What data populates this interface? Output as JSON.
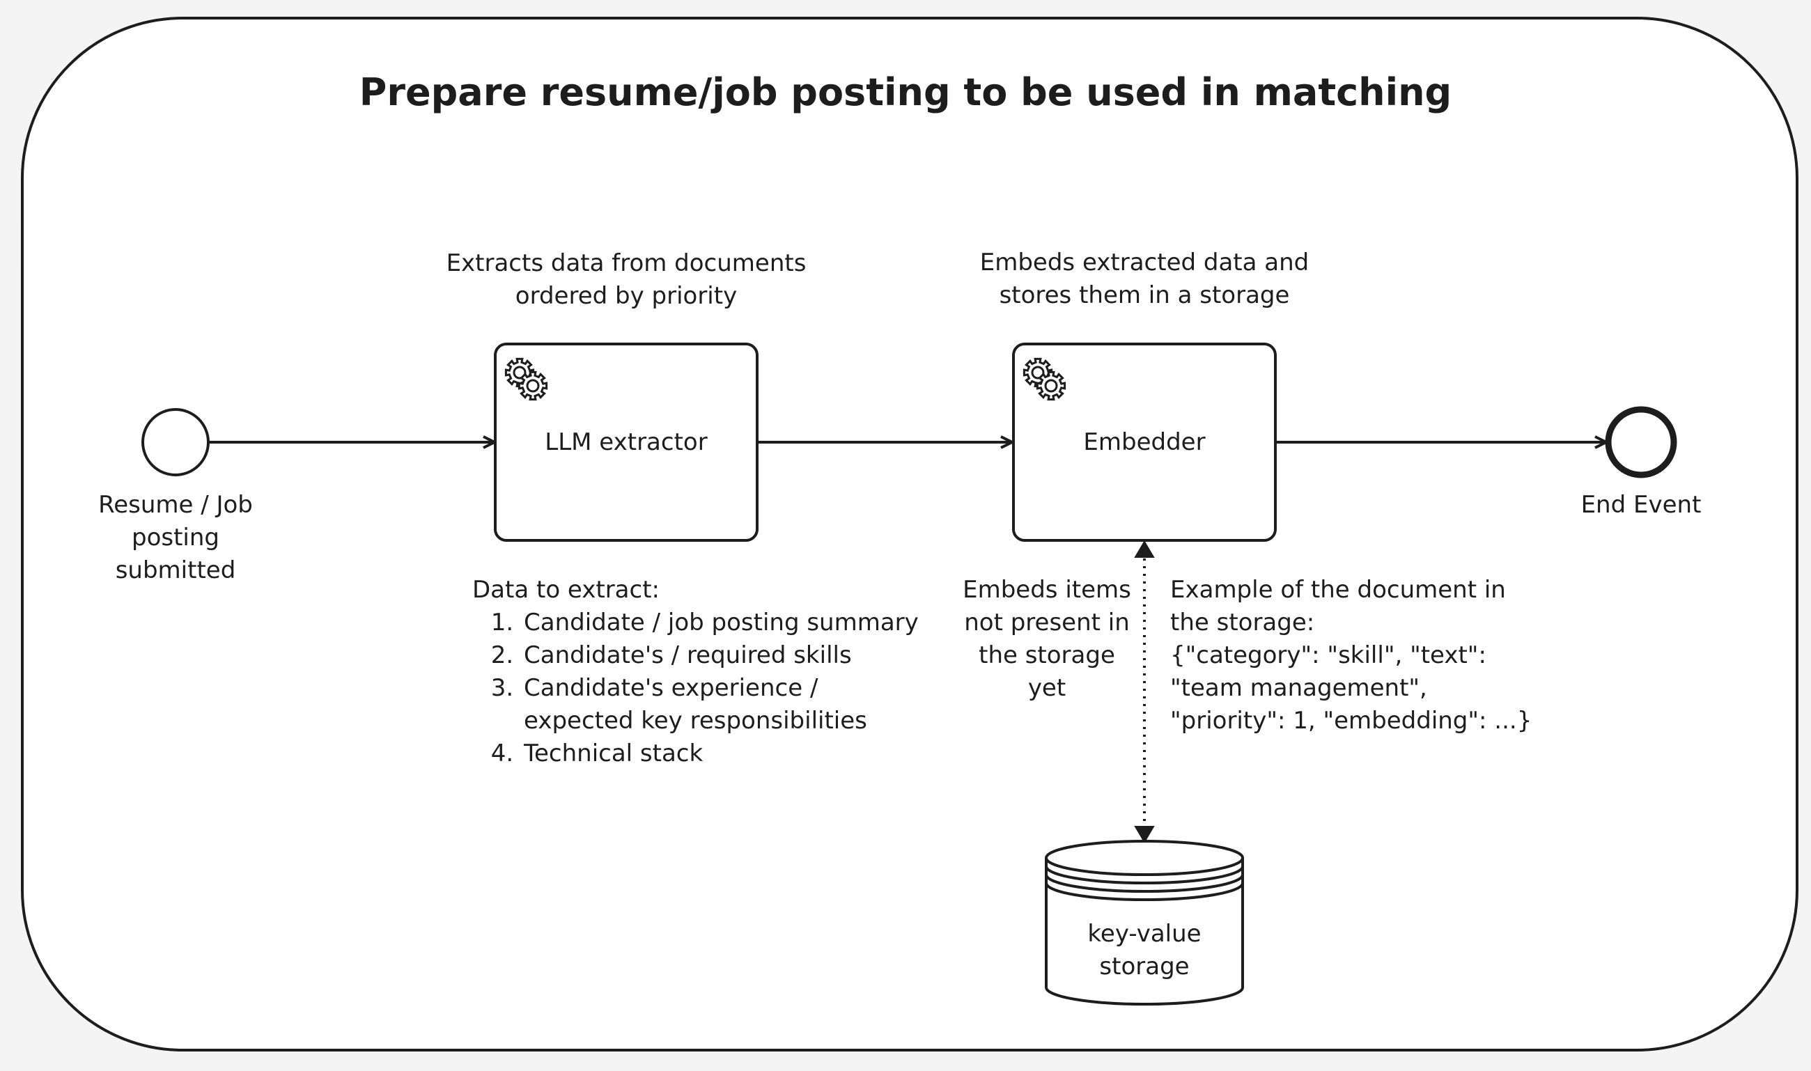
{
  "title": "Prepare resume/job posting to be used in matching",
  "start_event": {
    "label": "Resume / Job\nposting\nsubmitted"
  },
  "end_event": {
    "label": "End Event"
  },
  "tasks": [
    {
      "label": "LLM extractor",
      "icon": "gears-icon",
      "annotation": "Extracts data from documents\nordered by priority"
    },
    {
      "label": "Embedder",
      "icon": "gears-icon",
      "annotation": "Embeds extracted data and\nstores them in a storage"
    }
  ],
  "extract_note": {
    "heading": "Data to extract:",
    "items": [
      "Candidate / job posting summary",
      "Candidate's / required skills",
      "Candidate's experience /\nexpected key responsibilities",
      "Technical stack"
    ]
  },
  "embeds_note": "Embeds items\nnot present in\nthe storage\nyet",
  "example_note": "Example of the document in\nthe storage:\n{\"category\": \"skill\", \"text\":\n\"team management\",\n\"priority\": 1, \"embedding\": ...}",
  "storage": {
    "label": "key-value\nstorage"
  },
  "colors": {
    "stroke": "#1d1d1d",
    "background": "#f4f4f4",
    "panel": "#ffffff"
  }
}
